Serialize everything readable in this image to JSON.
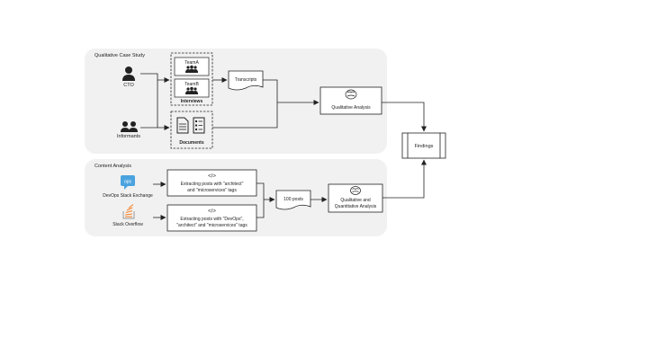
{
  "panels": {
    "qualitative_title": "Qualitative Case Study",
    "content_title": "Content Analysis"
  },
  "actors": {
    "cto": "CTO",
    "informants": "Informants"
  },
  "teams": {
    "team_a": "TeamA",
    "team_b": "TeamB",
    "interviews": "Interviews",
    "documents": "Documents"
  },
  "boxes": {
    "transcripts": "Transcripts",
    "qualitative_analysis": "Qualitative Analysis",
    "findings": "Findings",
    "posts": "100 posts",
    "qual_quant_line1": "Qualitative and",
    "qual_quant_line2": "Quantitative Analysis"
  },
  "sources": {
    "devops_logo": "ops",
    "devops": "DevOps Stack Exchange",
    "stackoverflow": "Stack Overflow"
  },
  "extract": {
    "code_glyph": "</>",
    "e1_line1": "Extracting posts with \"architect\"",
    "e1_line2": "and \"microservices\" tags",
    "e2_line1": "Extracting posts with \"DevOps\",",
    "e2_line2": "\"architect\" and \"microservices\" tags"
  },
  "colors": {
    "panel_bg": "#f1f1f1",
    "stroke": "#222222",
    "devops_blue": "#4aa3df",
    "stackoverflow_orange": "#f48024"
  }
}
